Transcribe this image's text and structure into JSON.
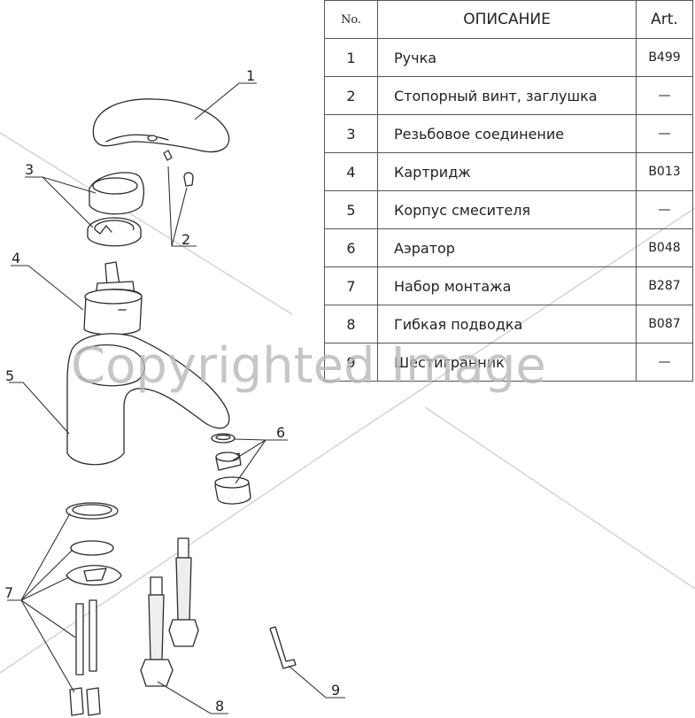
{
  "table": {
    "header": {
      "no": "No.",
      "description": "ОПИСАНИЕ",
      "art": "Art."
    },
    "rows": [
      {
        "no": "1",
        "description": "Ручка",
        "art": "B499"
      },
      {
        "no": "2",
        "description": "Стопорный винт, заглушка",
        "art": "—"
      },
      {
        "no": "3",
        "description": "Резьбовое соединение",
        "art": "—"
      },
      {
        "no": "4",
        "description": "Картридж",
        "art": "B013"
      },
      {
        "no": "5",
        "description": "Корпус смесителя",
        "art": "—"
      },
      {
        "no": "6",
        "description": "Аэратор",
        "art": "B048"
      },
      {
        "no": "7",
        "description": "Набор монтажа",
        "art": "B287"
      },
      {
        "no": "8",
        "description": "Гибкая подводка",
        "art": "B087"
      },
      {
        "no": "9",
        "description": "Шестигранник",
        "art": "—"
      }
    ]
  },
  "callouts": [
    "1",
    "2",
    "3",
    "4",
    "5",
    "6",
    "7",
    "8",
    "9"
  ],
  "watermark": "Copyrighted Image"
}
